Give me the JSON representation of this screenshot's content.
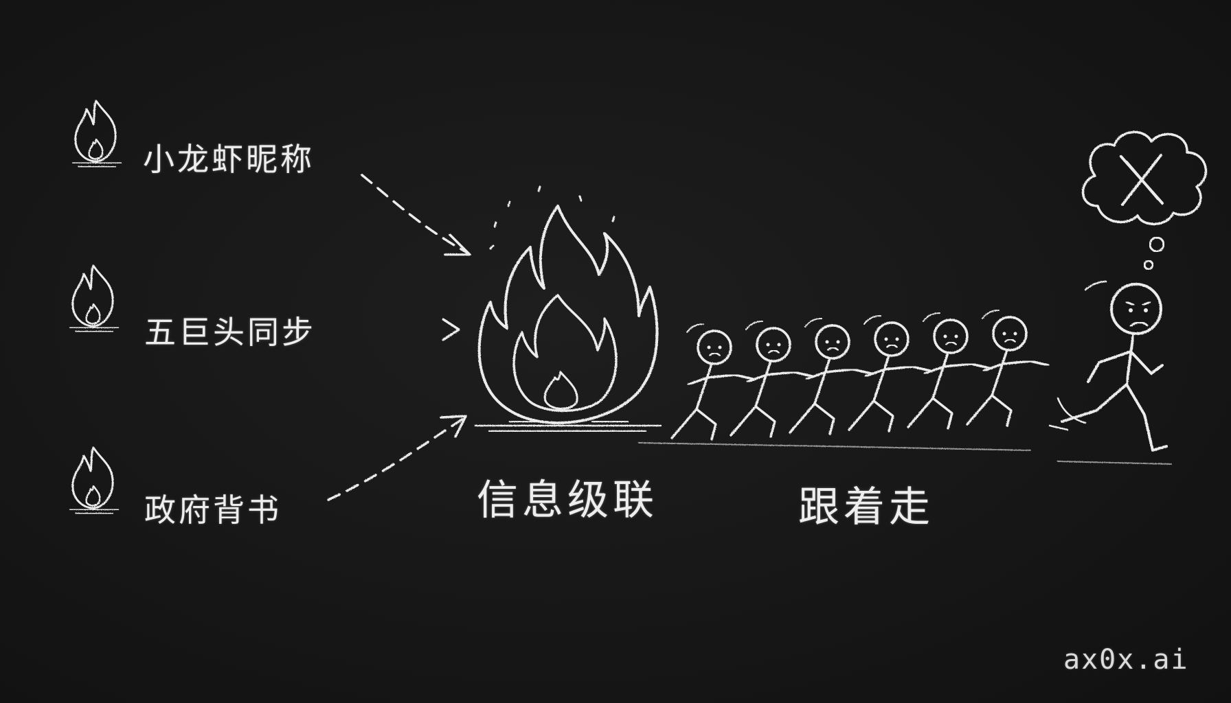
{
  "sources": [
    {
      "label": "小龙虾昵称",
      "icon": "small-flame-icon"
    },
    {
      "label": "五巨头同步",
      "icon": "small-flame-icon"
    },
    {
      "label": "政府背书",
      "icon": "small-flame-icon"
    }
  ],
  "center": {
    "label": "信息级联",
    "icon": "bonfire-icon"
  },
  "followers": {
    "label": "跟着走",
    "count": 6,
    "icon": "stick-figure-icon"
  },
  "dissenter": {
    "icon": "running-stick-figure-icon",
    "thought_icon": "thought-cloud-x-icon"
  },
  "watermark": "ax0x.ai",
  "colors": {
    "background": "#161616",
    "chalk": "#ececec"
  }
}
